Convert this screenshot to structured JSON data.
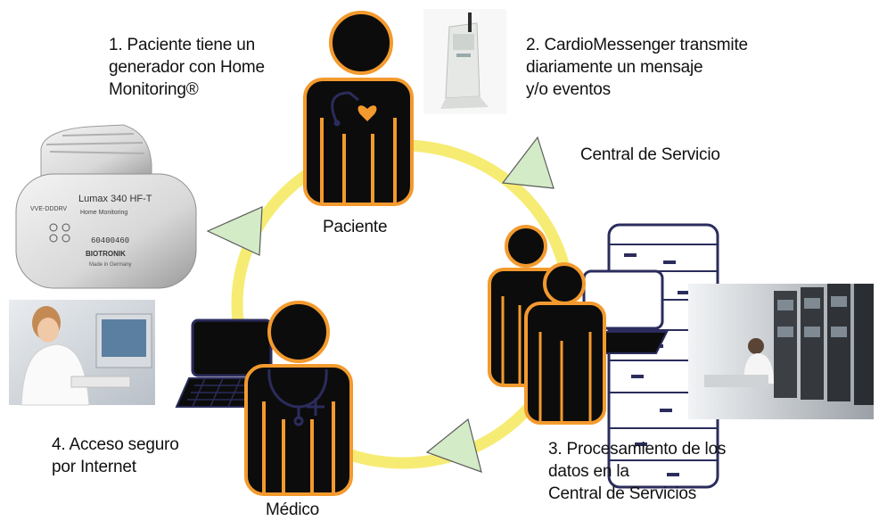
{
  "steps": {
    "step1": "1. Paciente tiene un\ngenerador con Home\nMonitoring®",
    "step2": "2. CardioMessenger transmite\n   diariamente un mensaje\n   y/o eventos",
    "step3": "3. Procesamiento de los\n   datos en la\n   Central de Servicios",
    "step4": "4. Acceso seguro\n   por Internet"
  },
  "roles": {
    "patient": "Paciente",
    "service_center": "Central de Servicio",
    "doctor": "Médico"
  },
  "device": {
    "model": "Lumax 340 HF-T",
    "feature": "Home Monitoring",
    "mode": "VVE-DDDRV",
    "serial": "60400460",
    "brand": "BIOTRONIK",
    "origin": "Made in Germany"
  },
  "colors": {
    "ring": "#f6ec74",
    "orange": "#f39a2e",
    "arrow_fill": "#d3ebc7",
    "figure": "#0c0c0c",
    "navy": "#2b2c5c"
  }
}
